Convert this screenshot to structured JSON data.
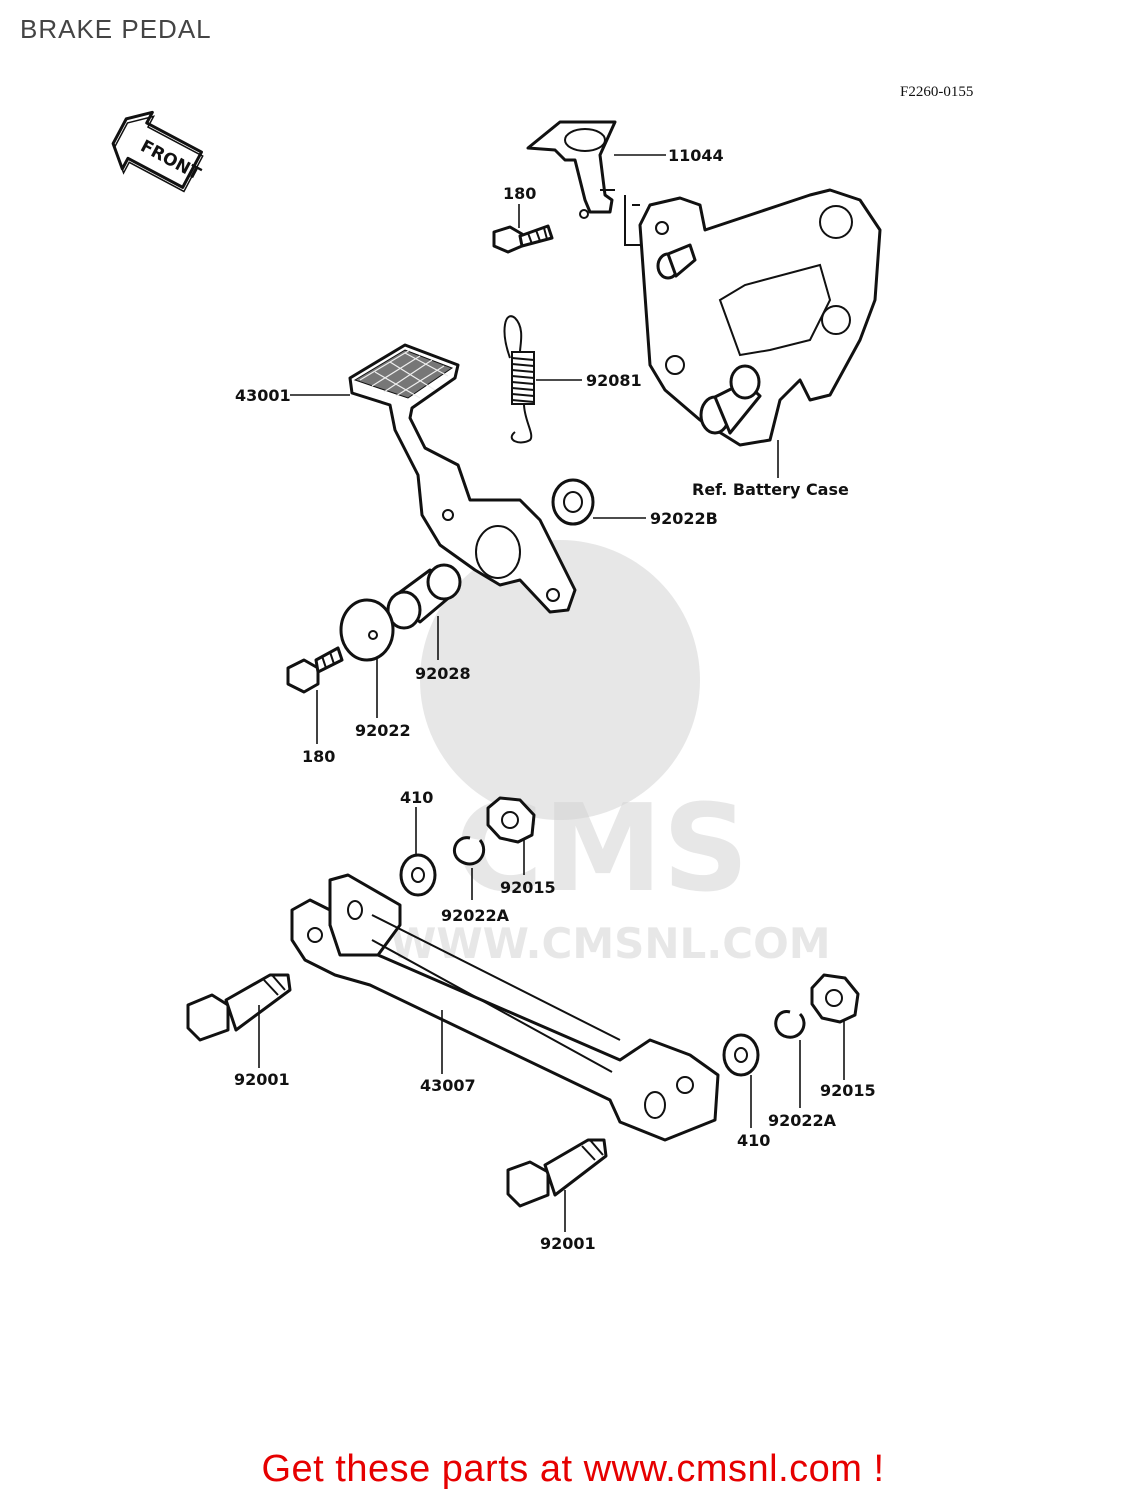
{
  "header": {
    "title": "BRAKE PEDAL"
  },
  "figure": {
    "code": "F2260-0155",
    "front_label": "FRONT"
  },
  "labels": {
    "p11044": "11044",
    "p180_top": "180",
    "p92081": "92081",
    "p43001": "43001",
    "ref": "Ref. Battery Case",
    "p92022B": "92022B",
    "p92028": "92028",
    "p92022": "92022",
    "p180_bottom": "180",
    "p410_top": "410",
    "p92022A_top": "92022A",
    "p92015_top": "92015",
    "p92001_left": "92001",
    "p43007": "43007",
    "p410_right": "410",
    "p92022A_right": "92022A",
    "p92015_right": "92015",
    "p92001_bottom": "92001"
  },
  "watermark": {
    "text": "CMS",
    "url": "WWW.CMSNL.COM"
  },
  "footer": {
    "text": "Get these parts at www.cmsnl.com !"
  }
}
